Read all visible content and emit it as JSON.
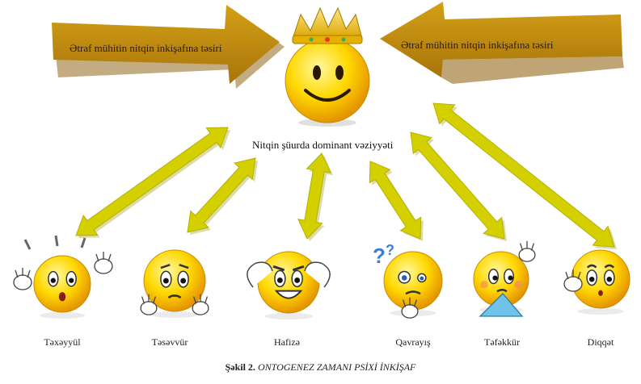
{
  "top_arrows": {
    "left_label": "Ətraf mühitin nitqin inkişafına təsiri",
    "right_label": "Ətraf mühitin nitqin inkişafına təsiri"
  },
  "center": {
    "label": "Nitqin şüurda dominant vəziyyəti",
    "icon": "crowned-smiley-icon"
  },
  "nodes": [
    {
      "label": "Təxəyyül",
      "icon": "surprised-smiley-icon"
    },
    {
      "label": "Təsəvvür",
      "icon": "worried-smiley-icon"
    },
    {
      "label": "Hafizə",
      "icon": "strong-smiley-icon"
    },
    {
      "label": "Qavrayış",
      "icon": "confused-smiley-icon"
    },
    {
      "label": "Təfəkkür",
      "icon": "thinking-smiley-icon"
    },
    {
      "label": "Diqqət",
      "icon": "attentive-smiley-icon"
    }
  ],
  "caption": {
    "prefix": "Şəkil 2.",
    "title": "ONTOGENEZ ZAMANI PSİXİ İNKİŞAF"
  },
  "colors": {
    "top_arrow": "#b8860b",
    "link_arrow": "#d4d000",
    "smiley": "#ffd700",
    "crown": "#f0c419"
  }
}
